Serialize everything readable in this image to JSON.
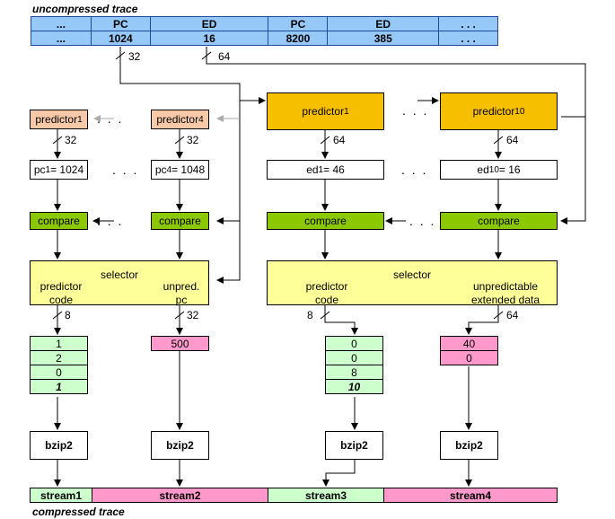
{
  "titles": {
    "top": "uncompressed trace",
    "bottom": "compressed trace"
  },
  "trace_table": {
    "header": [
      "...",
      "PC",
      "ED",
      "PC",
      "ED",
      ". . ."
    ],
    "row": [
      "...",
      "1024",
      "16",
      "8200",
      "385",
      ". . ."
    ]
  },
  "widths": {
    "pc": "32",
    "ed": "64",
    "code": "8"
  },
  "left": {
    "predictor_first": "predictor",
    "predictor_first_sub": "1",
    "predictor_last": "predictor",
    "predictor_last_sub": "4",
    "val_first": "pc",
    "val_first_sub": "1",
    "val_first_eq": "= 1024",
    "val_last": "pc",
    "val_last_sub": "4",
    "val_last_eq": "= 1048",
    "compare": "compare",
    "selector": "selector",
    "sel_left": "predictor\ncode",
    "sel_right": "unpred.\npc",
    "codes": [
      "1",
      "2",
      "0",
      "1"
    ],
    "unpred": [
      "500"
    ]
  },
  "right": {
    "predictor_first": "predictor",
    "predictor_first_sub": "1",
    "predictor_last": "predictor",
    "predictor_last_sub": "10",
    "val_first": "ed",
    "val_first_sub": "1",
    "val_first_eq": "= 46",
    "val_last": "ed",
    "val_last_sub": "10",
    "val_last_eq": "= 16",
    "compare": "compare",
    "selector": "selector",
    "sel_left": "predictor\ncode",
    "sel_right": "unpredictable\nextended data",
    "codes": [
      "0",
      "0",
      "8",
      "10"
    ],
    "unpred": [
      "40",
      "0"
    ]
  },
  "bzip": "bzip2",
  "streams": [
    "stream1",
    "stream2",
    "stream3",
    "stream4"
  ],
  "ellipsis": ". . ."
}
